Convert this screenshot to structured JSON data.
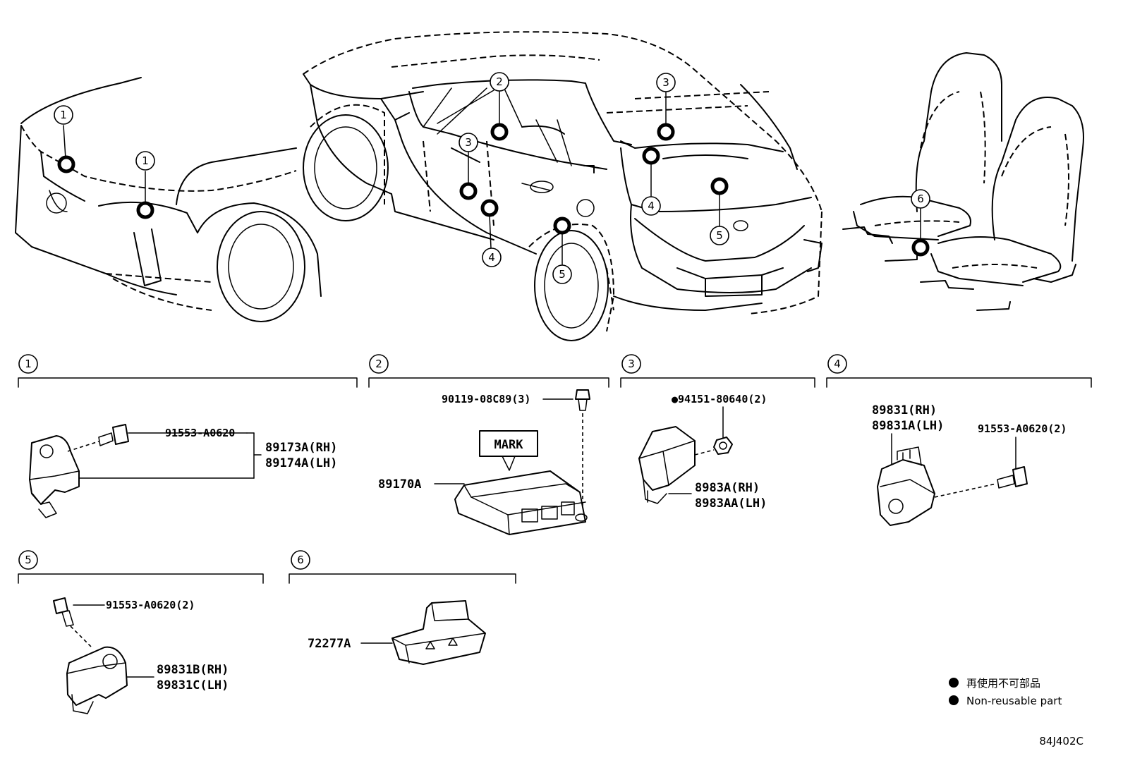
{
  "overview": {
    "car_callouts": [
      {
        "label": "1"
      },
      {
        "label": "1"
      },
      {
        "label": "2"
      },
      {
        "label": "3"
      },
      {
        "label": "3"
      },
      {
        "label": "4"
      },
      {
        "label": "4"
      },
      {
        "label": "5"
      },
      {
        "label": "5"
      },
      {
        "label": "6"
      }
    ]
  },
  "sections": [
    {
      "number": "1",
      "labels": [
        "91553-A0620",
        "89173A(RH)",
        "89174A(LH)"
      ]
    },
    {
      "number": "2",
      "labels": [
        "90119-08C89(3)",
        "MARK",
        "89170A"
      ]
    },
    {
      "number": "3",
      "labels": [
        "●94151-80640(2)",
        "8983A(RH)",
        "8983AA(LH)"
      ]
    },
    {
      "number": "4",
      "labels": [
        "89831(RH)",
        "89831A(LH)",
        "91553-A0620(2)"
      ]
    },
    {
      "number": "5",
      "labels": [
        "91553-A0620(2)",
        "89831B(RH)",
        "89831C(LH)"
      ]
    },
    {
      "number": "6",
      "labels": [
        "72277A"
      ]
    }
  ],
  "legend": {
    "items": [
      {
        "text": "再使用不可部品"
      },
      {
        "text": "Non-reusable part"
      }
    ]
  },
  "drawing_code": "84J402C"
}
